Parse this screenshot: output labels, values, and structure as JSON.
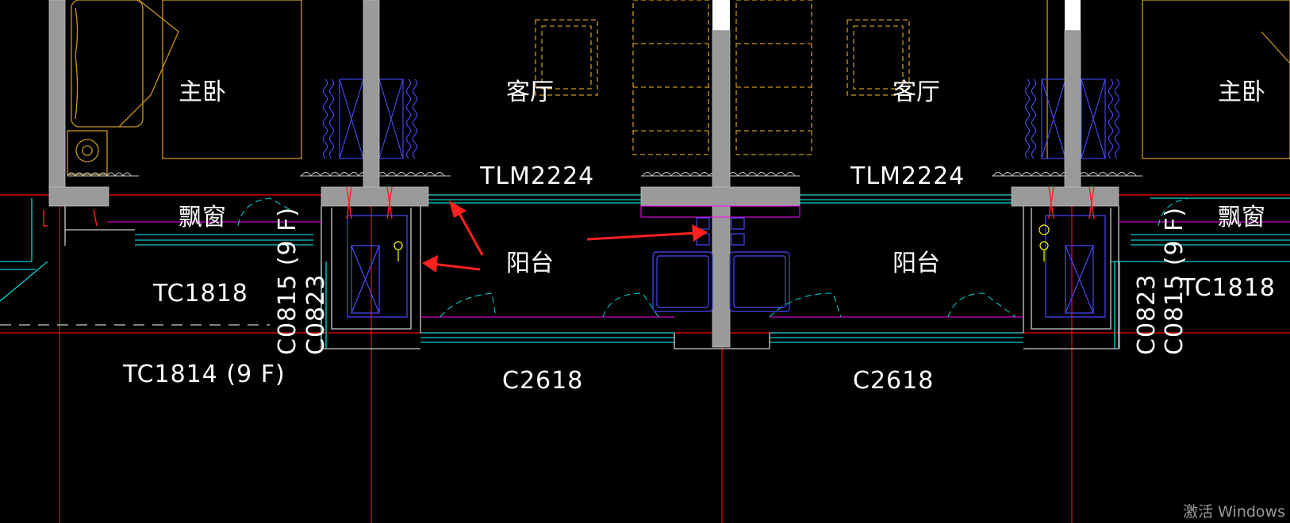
{
  "rooms": {
    "master_bedroom_left": "主卧",
    "living_room_left": "客厅",
    "living_room_right": "客厅",
    "master_bedroom_right": "主卧",
    "bay_window_left": "飘窗",
    "bay_window_right": "飘窗",
    "balcony_left": "阳台",
    "balcony_right": "阳台"
  },
  "codes": {
    "sliding_door_left": "TLM2224",
    "sliding_door_right": "TLM2224",
    "window_tc1818_left": "TC1818",
    "window_tc1818_right": "TC1818",
    "window_tc1814": "TC1814 (9 F)",
    "window_c2618_left": "C2618",
    "window_c2618_right": "C2618",
    "window_c0815_left": "C0815 (9 F)",
    "window_c0823_left": "C0823",
    "window_c0823_right": "C0823",
    "window_c0815_right": "C0815 (9 F)"
  },
  "watermark": "激活 Windows",
  "colors": {
    "background": "#000000",
    "wall": "#9a9a9a",
    "axis": "#ff0000",
    "window": "#00ffff",
    "furniture": "#c8961e",
    "fixture": "#4a4aff",
    "door_swing": "#00c8c8",
    "annotation_arrow": "#ff2020"
  }
}
